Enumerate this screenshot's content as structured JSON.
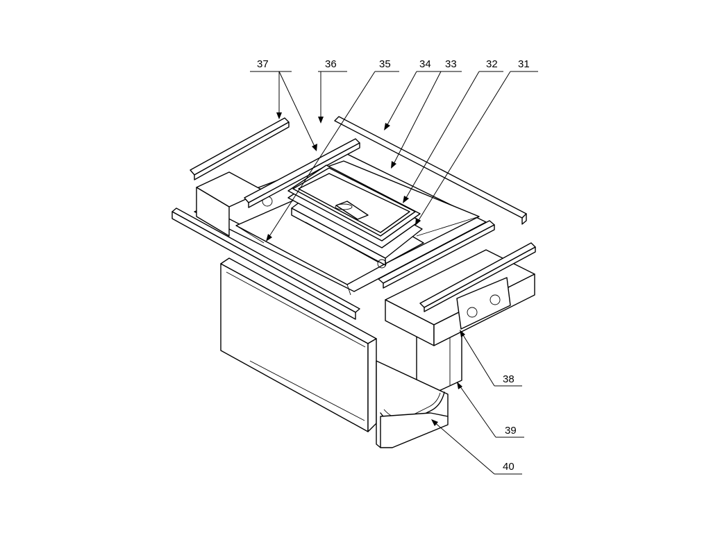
{
  "callouts": {
    "c31": "31",
    "c32": "32",
    "c33": "33",
    "c34": "34",
    "c35": "35",
    "c36": "36",
    "c37": "37",
    "c38": "38",
    "c39": "39",
    "c40": "40"
  }
}
